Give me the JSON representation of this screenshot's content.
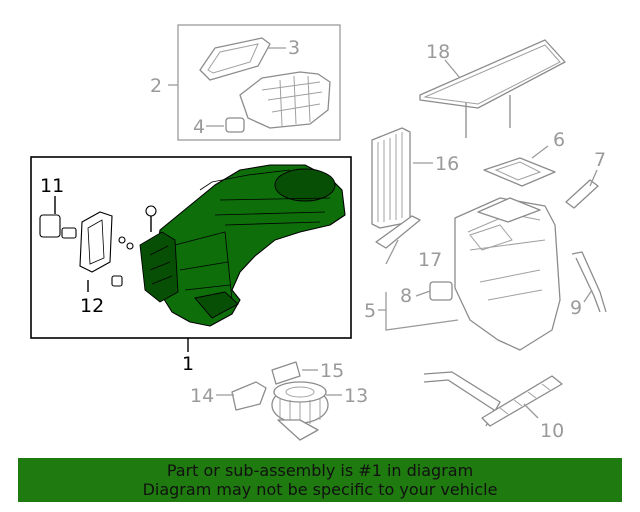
{
  "callouts": {
    "c1": "1",
    "c2": "2",
    "c3": "3",
    "c4": "4",
    "c5": "5",
    "c6": "6",
    "c7": "7",
    "c8": "8",
    "c9": "9",
    "c10": "10",
    "c11": "11",
    "c12": "12",
    "c13": "13",
    "c14": "14",
    "c15": "15",
    "c16": "16",
    "c17": "17",
    "c18": "18"
  },
  "highlighted_part": "1",
  "colors": {
    "highlight_fill": "#0d6e0a",
    "banner_bg": "#1f7a10",
    "callout_gray": "#9a9a9a"
  },
  "banner": {
    "line1": "Part or sub-assembly is #1 in diagram",
    "line2": "Diagram may not be specific to your vehicle"
  }
}
